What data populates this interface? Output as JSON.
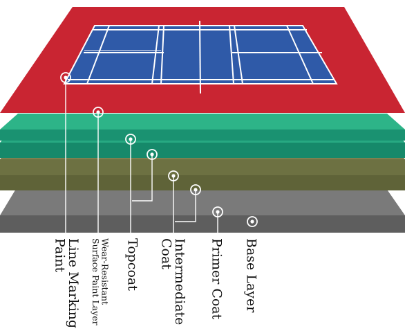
{
  "diagram": {
    "layers": [
      {
        "key": "line-marking-paint",
        "label": "Line Marking\nPaint",
        "color": "#ffffff"
      },
      {
        "key": "wear-resistant-surface-paint-layer",
        "label": "Wear-Resistant\nSurface Paint Layer",
        "color": "#c8202f"
      },
      {
        "key": "topcoat",
        "label": "Topcoat",
        "color": "#22a77a"
      },
      {
        "key": "intermediate-coat",
        "label": "Intermediate\nCoat",
        "color": "#6e7240"
      },
      {
        "key": "primer-coat",
        "label": "Primer Coat",
        "color": "#6f6f6f"
      },
      {
        "key": "base-layer",
        "label": "Base Layer",
        "color": "#5d5d5d"
      }
    ],
    "court_color": "#2f5aa8",
    "marker_icon": "target-circle-icon"
  }
}
